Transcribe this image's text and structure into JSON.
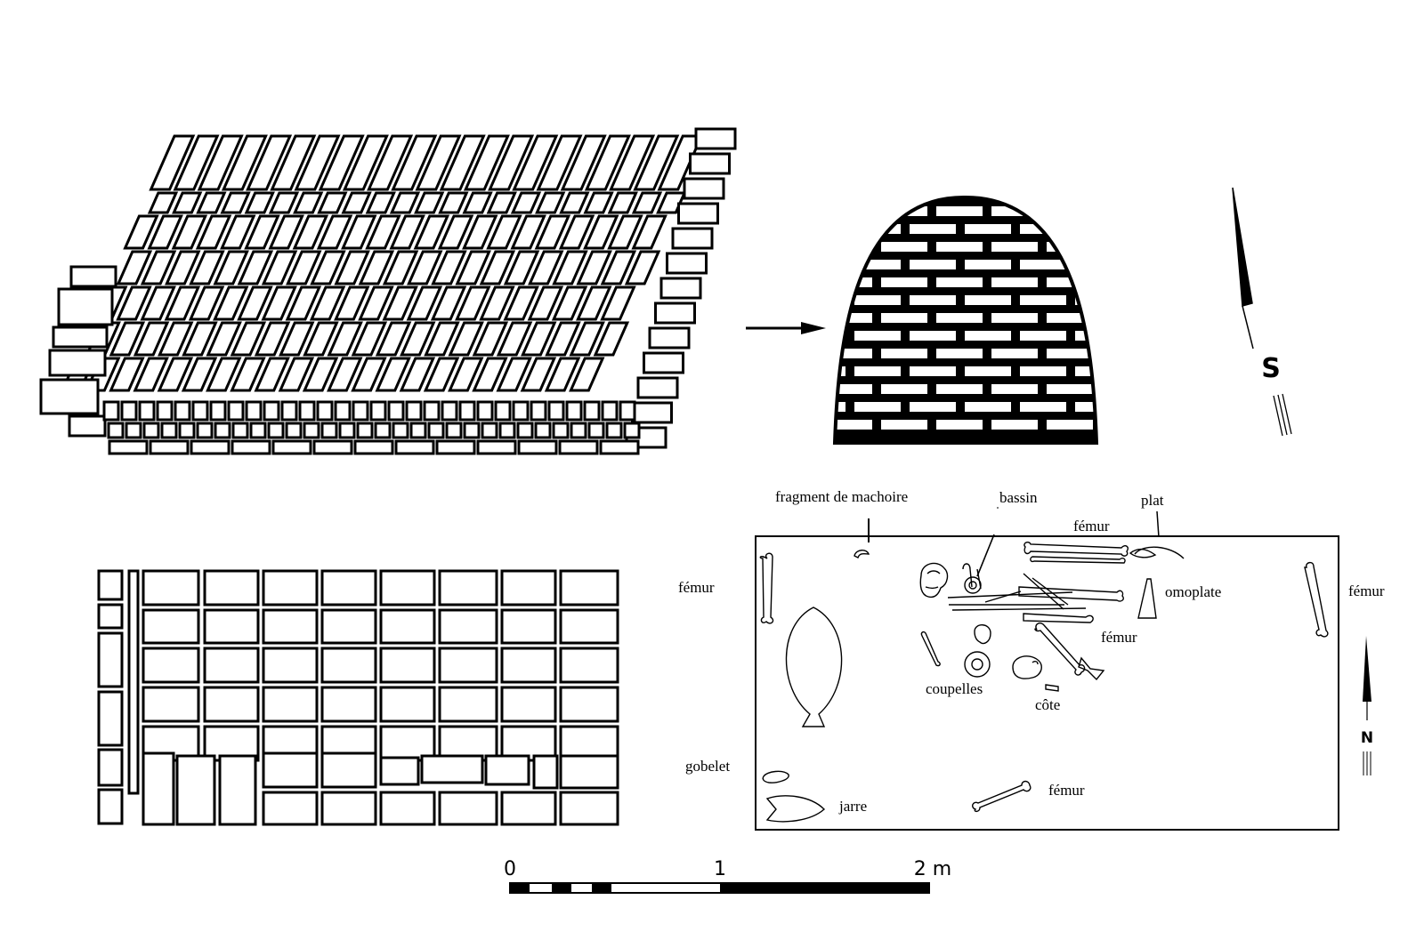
{
  "labels": {
    "fragment_machoire": "fragment de machoire",
    "bassin": "bassin",
    "plat": "plat",
    "femur_top": "fémur",
    "femur_left": "fémur",
    "omoplate": "omoplate",
    "femur_right": "fémur",
    "femur_mid": "fémur",
    "coupelles": "coupelles",
    "cote": "côte",
    "gobelet": "gobelet",
    "jarre": "jarre",
    "femur_bottom": "fémur"
  },
  "compass": {
    "south": "S",
    "north": "N"
  },
  "scale": {
    "zero": "0",
    "one": "1",
    "two": "2 m"
  },
  "colors": {
    "ink": "#000000",
    "paper": "#ffffff"
  }
}
